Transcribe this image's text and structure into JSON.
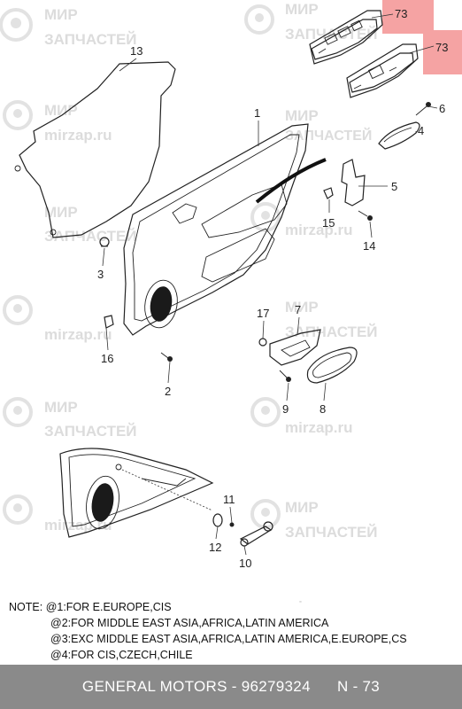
{
  "watermark": {
    "line1": "МИР",
    "line2": "ЗАПЧАСТЕЙ",
    "site": "mirzap.ru",
    "site2": "mirzap.ru"
  },
  "callouts": [
    {
      "id": "c13",
      "text": "13"
    },
    {
      "id": "c73a",
      "text": "73"
    },
    {
      "id": "c73b",
      "text": "73"
    },
    {
      "id": "c6",
      "text": "6"
    },
    {
      "id": "c1",
      "text": "1"
    },
    {
      "id": "c4",
      "text": "4"
    },
    {
      "id": "c5",
      "text": "5"
    },
    {
      "id": "c15",
      "text": "15"
    },
    {
      "id": "c14",
      "text": "14"
    },
    {
      "id": "c3",
      "text": "3"
    },
    {
      "id": "c17",
      "text": "17"
    },
    {
      "id": "c7",
      "text": "7"
    },
    {
      "id": "c16",
      "text": "16"
    },
    {
      "id": "c2",
      "text": "2"
    },
    {
      "id": "c9",
      "text": "9"
    },
    {
      "id": "c8",
      "text": "8"
    },
    {
      "id": "c11",
      "text": "11"
    },
    {
      "id": "c12",
      "text": "12"
    },
    {
      "id": "c10",
      "text": "10"
    }
  ],
  "highlight_color": "#f5a3a3",
  "notes": {
    "prefix": "NOTE:",
    "lines": [
      "@1:FOR E.EUROPE,CIS",
      "@2:FOR MIDDLE EAST ASIA,AFRICA,LATIN AMERICA",
      "@3:EXC MIDDLE EAST ASIA,AFRICA,LATIN AMERICA,E.EUROPE,CS",
      "@4:FOR CIS,CZECH,CHILE"
    ]
  },
  "footer": {
    "brand": "GENERAL MOTORS",
    "separator": " - ",
    "part_number": "96279324",
    "section": "N - 73",
    "bg_color": "#8a8a8a"
  }
}
